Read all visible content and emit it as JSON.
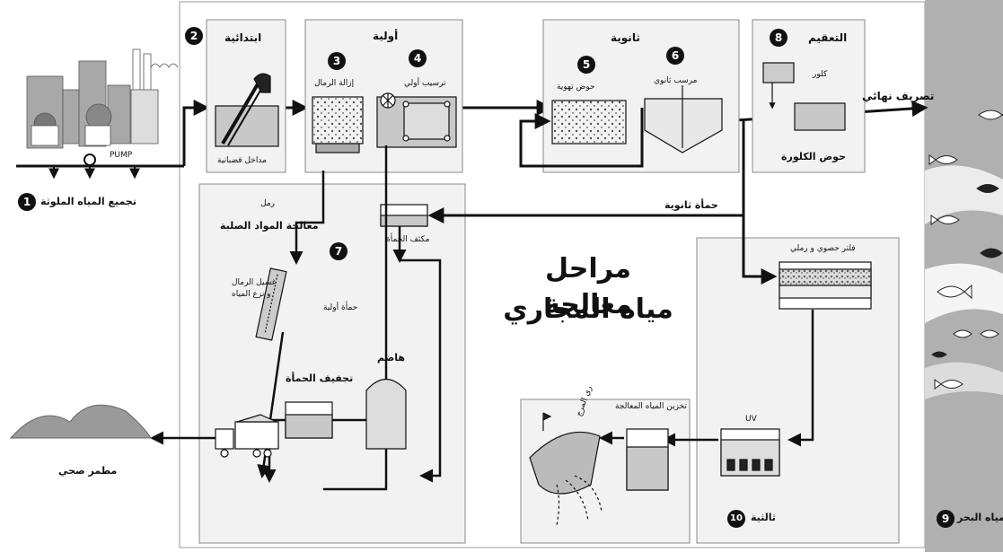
{
  "title": {
    "line1": "مراحل معالجة",
    "line2": "مياه المجاري"
  },
  "stages": {
    "s1": {
      "num": "1",
      "label": "تجميع المياه الملوثة"
    },
    "s2": {
      "num": "2",
      "label": "ابتدائية",
      "sub": "مداخل قضبانية"
    },
    "s3": {
      "num": "3",
      "label": "أولية",
      "sub": "إزالة الرمال"
    },
    "s4": {
      "num": "4",
      "sub": "ترسيب أولي"
    },
    "s5": {
      "num": "5",
      "label": "ثانوية",
      "sub": "حوض تهوية"
    },
    "s6": {
      "num": "6",
      "sub": "مرسب ثانوي"
    },
    "s7": {
      "num": "7",
      "label": "معالجة المواد الصلبة"
    },
    "s8": {
      "num": "8",
      "label": "التعقيم",
      "sub": "كلور",
      "basin": "حوض الكلورة"
    },
    "s9": {
      "num": "9",
      "label": "مياه البحر"
    },
    "s10": {
      "num": "10",
      "label": "ثالثية"
    }
  },
  "labels": {
    "pump": "PUMP",
    "final_discharge": "تصريف نهائي",
    "secondary_sludge": "حمأة ثانوية",
    "sludge_thickener": "مكثف الحمأة",
    "sand": "رمل",
    "sand_wash": "غسيل الرمال",
    "sand_wash2": "و نزع المياه",
    "primary_sludge": "حمأة أولية",
    "digester": "هاضم",
    "sludge_drying": "تجفيف الحمأة",
    "landfill": "مطمر صحي",
    "gravel_sand_filter": "فلتر حصوي و رملي",
    "uv": "UV",
    "treated_storage": "تخزين المياه المعالجة",
    "lawn_irrigation": "ري المرج"
  },
  "colors": {
    "line": "#111111",
    "box_fill": "#f2f2f2",
    "box_stroke": "#888888",
    "sea": "#9a9a9a",
    "tank_water": "#b8b8b8",
    "building": "#a8a8a8"
  }
}
